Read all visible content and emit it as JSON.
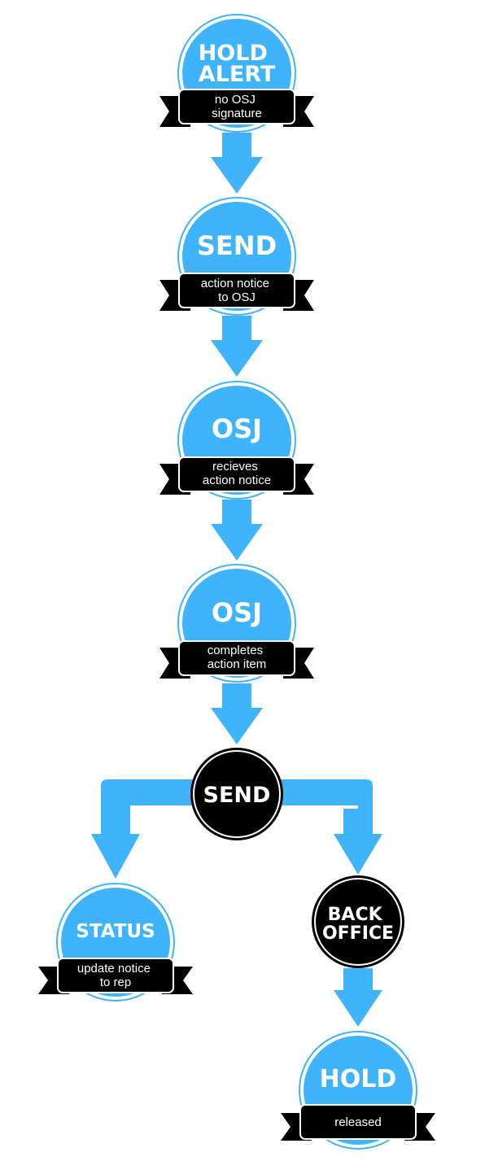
{
  "colors": {
    "blue": "#3fb3fb",
    "blue_ring": "#3fb3fb",
    "dark": "#000000",
    "text": "#ffffff",
    "background": "#ffffff"
  },
  "steps": [
    {
      "id": "hold-alert",
      "title_lines": [
        "HOLD",
        "ALERT"
      ],
      "caption_lines": [
        "no OSJ",
        "signature"
      ]
    },
    {
      "id": "send-action-notice",
      "title_lines": [
        "SEND"
      ],
      "caption_lines": [
        "action notice",
        "to OSJ"
      ]
    },
    {
      "id": "osj-receives",
      "title_lines": [
        "OSJ"
      ],
      "caption_lines": [
        "recieves",
        "action notice"
      ]
    },
    {
      "id": "osj-completes",
      "title_lines": [
        "OSJ"
      ],
      "caption_lines": [
        "completes",
        "action item"
      ]
    },
    {
      "id": "send-split",
      "title_lines": [
        "SEND"
      ],
      "caption_lines": []
    },
    {
      "id": "status-update",
      "title_lines": [
        "STATUS"
      ],
      "caption_lines": [
        "update notice",
        "to rep"
      ]
    },
    {
      "id": "back-office",
      "title_lines": [
        "BACK",
        "OFFICE"
      ],
      "caption_lines": []
    },
    {
      "id": "hold-released",
      "title_lines": [
        "HOLD"
      ],
      "caption_lines": [
        "released"
      ]
    }
  ]
}
